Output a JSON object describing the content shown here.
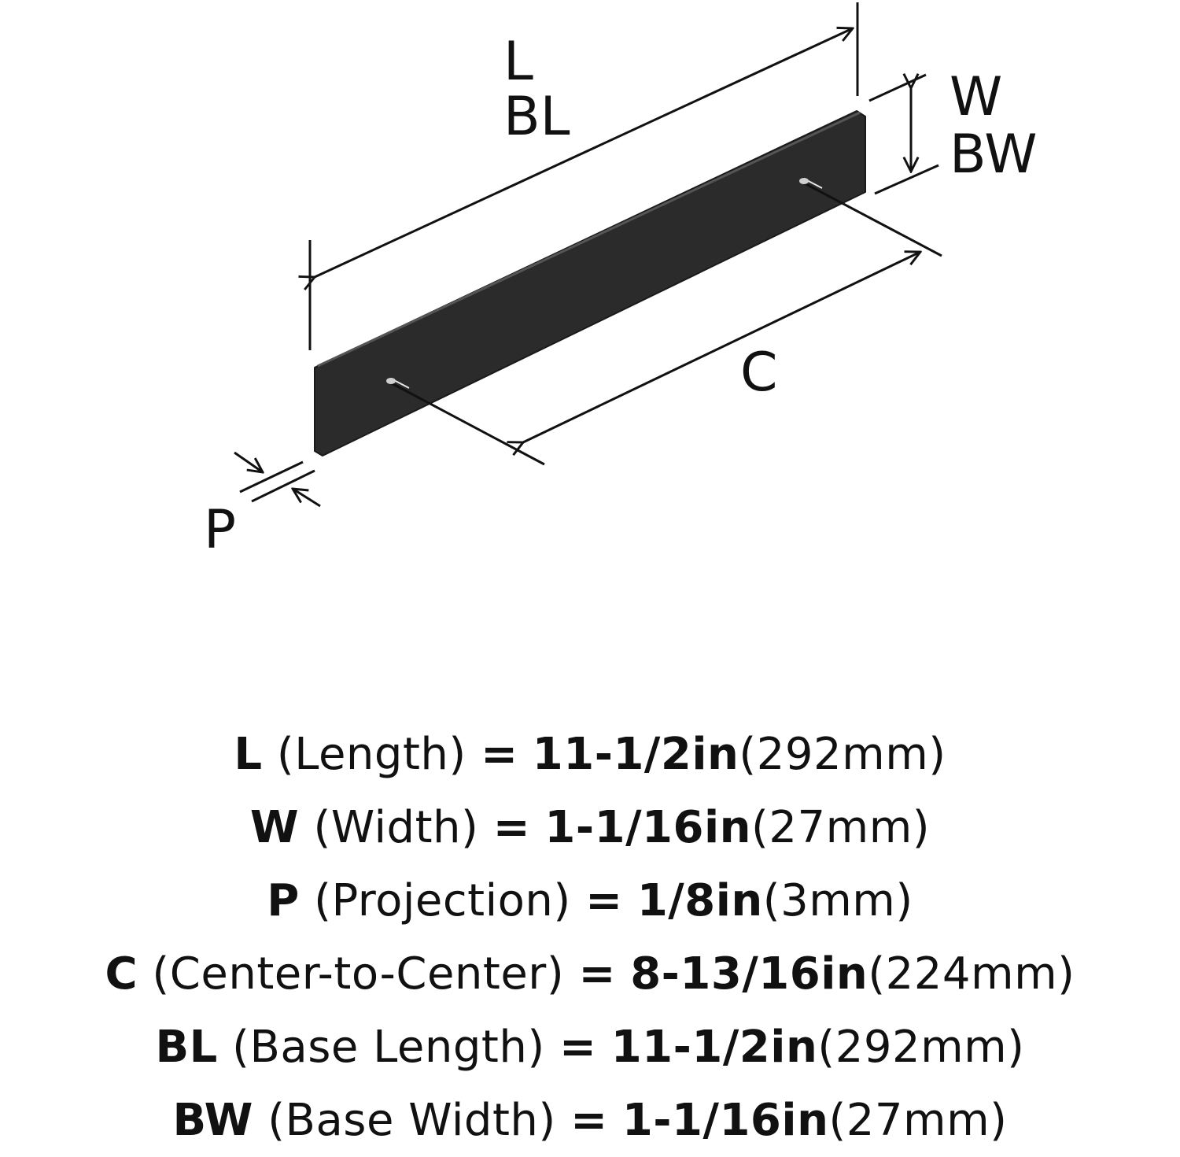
{
  "diagram": {
    "labels": {
      "length": "L",
      "base_length": "BL",
      "width": "W",
      "base_width": "BW",
      "center": "C",
      "projection": "P"
    },
    "colors": {
      "plate": "#2b2b2b",
      "line": "#111111",
      "background": "#ffffff"
    }
  },
  "specs": [
    {
      "code": "L",
      "name": "(Length)",
      "eq": "=",
      "imperial": "11-1/2in",
      "metric": "(292mm)"
    },
    {
      "code": "W",
      "name": "(Width)",
      "eq": "=",
      "imperial": "1-1/16in",
      "metric": "(27mm)"
    },
    {
      "code": "P",
      "name": "(Projection)",
      "eq": "=",
      "imperial": "1/8in",
      "metric": "(3mm)"
    },
    {
      "code": "C",
      "name": "(Center-to-Center)",
      "eq": "=",
      "imperial": "8-13/16in",
      "metric": "(224mm)"
    },
    {
      "code": "BL",
      "name": "(Base Length)",
      "eq": "=",
      "imperial": "11-1/2in",
      "metric": "(292mm)"
    },
    {
      "code": "BW",
      "name": "(Base Width)",
      "eq": "=",
      "imperial": "1-1/16in",
      "metric": "(27mm)"
    }
  ]
}
